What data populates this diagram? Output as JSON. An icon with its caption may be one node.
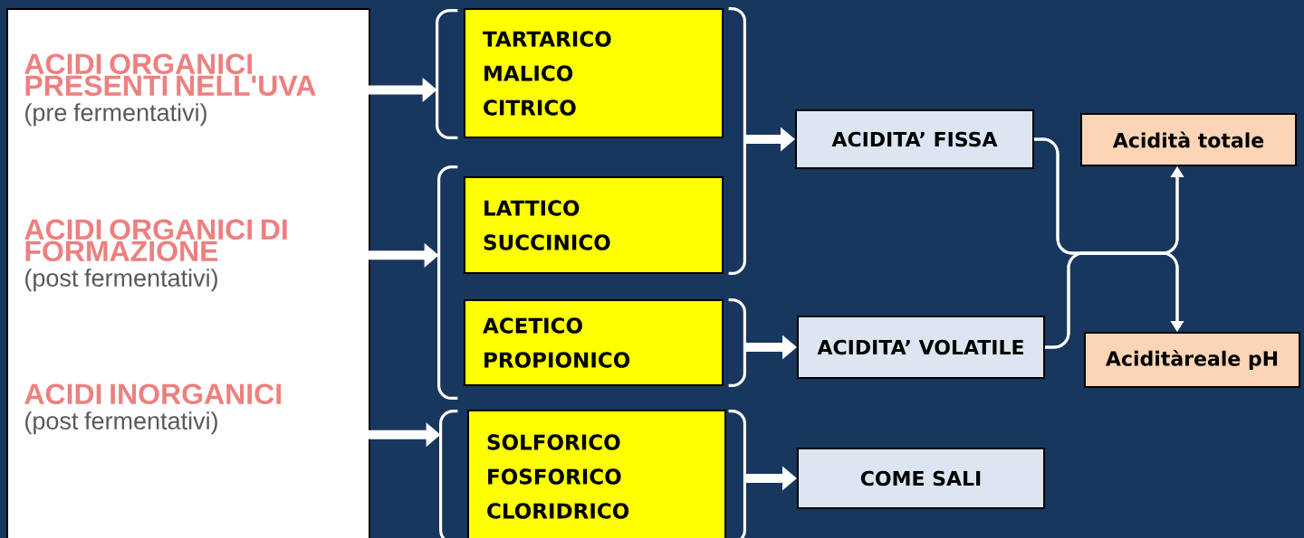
{
  "diagram": {
    "nodes": [
      {
        "text": [],
        "shape": "box"
      },
      {
        "text": [
          "ACIDI ORGANICI PRESENTI NELL'UVA",
          "(pre fermentativi)"
        ],
        "in": 0
      },
      {
        "text": [
          "ACIDI ORGANICI DI FORMAZIONE",
          "(post fermentativi)"
        ],
        "in": 0
      },
      {
        "text": [
          "ACIDI INORGANICI",
          "(post fermentativi)"
        ],
        "in": 0
      },
      {
        "text": [],
        "shape": "bracket"
      },
      {
        "text": [
          "TARTARICO",
          "MALICO",
          "CITRICO"
        ]
      },
      {
        "text": [],
        "shape": "bracket"
      },
      {
        "text": [
          "LATTICO",
          "SUCCINICO"
        ]
      },
      {
        "text": [
          "ACETICO",
          "PROPIONICO"
        ]
      },
      {
        "text": [],
        "shape": "bracket"
      },
      {
        "text": [
          "SOLFORICO",
          "FOSFORICO",
          "CLORIDRICO"
        ]
      },
      {
        "text": [],
        "shape": "bracket"
      },
      {
        "text": [],
        "shape": "bracket"
      },
      {
        "text": [],
        "shape": "bracket"
      },
      {
        "text": [
          "ACIDITA’ FISSA"
        ]
      },
      {
        "text": [
          "ACIDITA’ VOLATILE"
        ]
      },
      {
        "text": [
          "COME SALI"
        ]
      },
      {
        "text": [
          "Acidità totale"
        ]
      },
      {
        "text": [
          "Aciditàreale pH"
        ]
      }
    ],
    "edges": [
      {
        "from": 1,
        "to": 4,
        "arrow": "to"
      },
      {
        "from": 2,
        "to": 6,
        "arrow": "to"
      },
      {
        "from": 3,
        "to": 9,
        "arrow": "to"
      },
      {
        "from": 11,
        "to": 14,
        "arrow": "to"
      },
      {
        "from": 12,
        "to": 15,
        "arrow": "to"
      },
      {
        "from": 13,
        "to": 16,
        "arrow": "to"
      },
      {
        "from": 14,
        "to": 17,
        "arrow": "to"
      },
      {
        "from": 14,
        "to": 18,
        "arrow": "to"
      },
      {
        "from": 15,
        "to": 17,
        "arrow": "to"
      },
      {
        "from": 15,
        "to": 18,
        "arrow": "to"
      }
    ]
  }
}
